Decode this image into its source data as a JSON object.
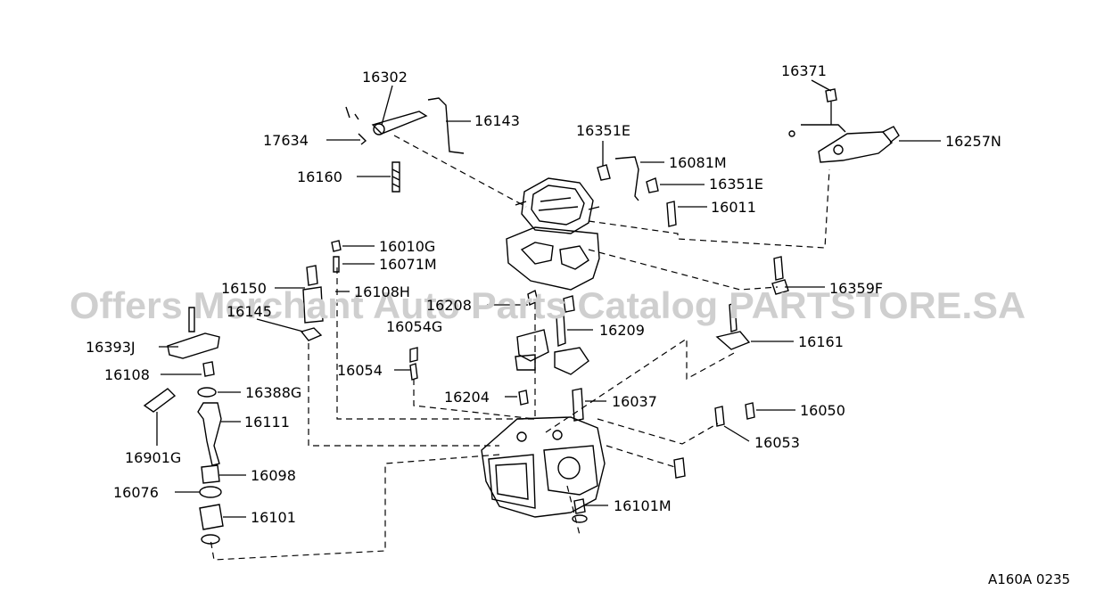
{
  "watermark": "Offers Merchant Auto Parts Catalog PARTSTORE.SA",
  "drawing_code": "A160A 0235",
  "labels": {
    "p16302": "16302",
    "p16143": "16143",
    "p17634": "17634",
    "p16160": "16160",
    "p16351E_a": "16351E",
    "p16081M": "16081M",
    "p16351E_b": "16351E",
    "p16011": "16011",
    "p16371": "16371",
    "p16257N": "16257N",
    "p16010G": "16010G",
    "p16071M": "16071M",
    "p16150": "16150",
    "p16108H": "16108H",
    "p16145": "16145",
    "p16208": "16208",
    "p16359F": "16359F",
    "p16393J": "16393J",
    "p16054G": "16054G",
    "p16209": "16209",
    "p16161": "16161",
    "p16108": "16108",
    "p16054": "16054",
    "p16388G": "16388G",
    "p16204": "16204",
    "p16037": "16037",
    "p16050": "16050",
    "p16111": "16111",
    "p16053": "16053",
    "p16901G": "16901G",
    "p16098": "16098",
    "p16076": "16076",
    "p16101M": "16101M",
    "p16101": "16101"
  }
}
